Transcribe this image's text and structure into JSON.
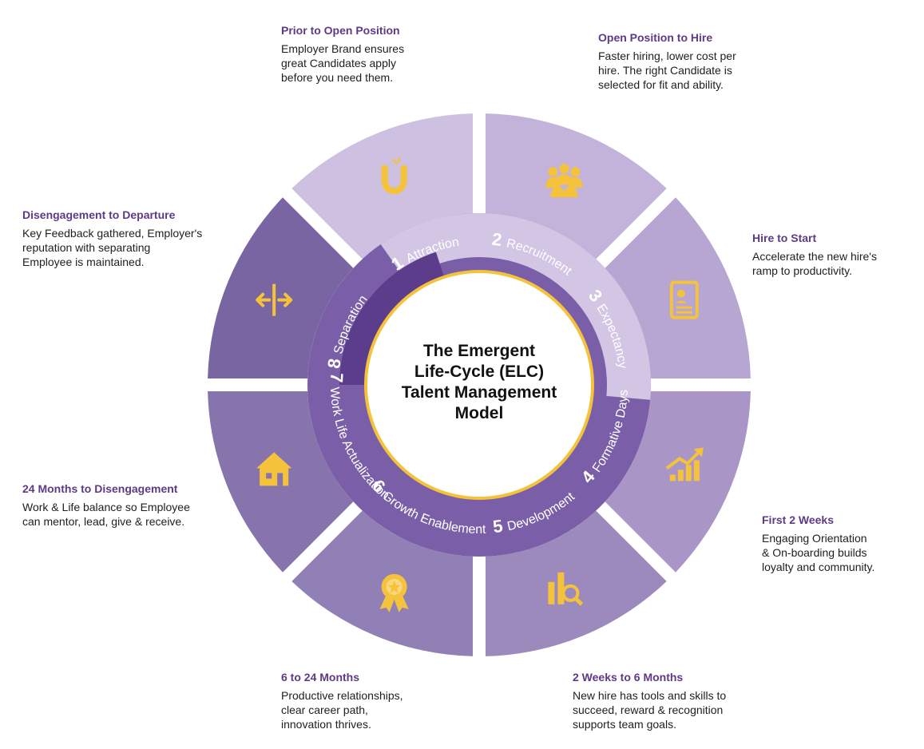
{
  "center_title": "The Emergent\nLife-Cycle (ELC)\nTalent Management\nModel",
  "stages": [
    {
      "num": "1",
      "label": "Attraction",
      "icon": "magnet-icon",
      "desc_title": "Prior to Open Position",
      "desc_body": "Employer Brand ensures\ngreat Candidates apply\nbefore you need them."
    },
    {
      "num": "2",
      "label": "Recruitment",
      "icon": "people-group-icon",
      "desc_title": "Open Position to Hire",
      "desc_body": "Faster hiring, lower cost per\nhire. The right Candidate is\nselected for fit and ability."
    },
    {
      "num": "3",
      "label": "Expectancy",
      "icon": "resume-document-icon",
      "desc_title": "Hire to Start",
      "desc_body": "Accelerate the new hire's\nramp to productivity."
    },
    {
      "num": "4",
      "label": "Formative Days",
      "icon": "growth-chart-icon",
      "desc_title": "First 2 Weeks",
      "desc_body": "Engaging Orientation\n& On-boarding builds\nloyalty and community."
    },
    {
      "num": "5",
      "label": "Development",
      "icon": "chart-magnifier-icon",
      "desc_title": "2 Weeks to 6 Months",
      "desc_body": "New hire has tools and skills to\nsucceed, reward & recognition\nsupports team goals."
    },
    {
      "num": "6",
      "label": "Growth Enablement",
      "icon": "award-ribbon-icon",
      "desc_title": "6 to 24 Months",
      "desc_body": "Productive relationships,\nclear career path,\ninnovation thrives."
    },
    {
      "num": "7",
      "label": "Work Life Actualization",
      "icon": "house-icon",
      "desc_title": "24 Months to Disengagement",
      "desc_body": "Work & Life balance so Employee\ncan mentor, lead, give & receive."
    },
    {
      "num": "8",
      "label": "Separation",
      "icon": "split-arrows-icon",
      "desc_title": "Disengagement to Departure",
      "desc_body": "Key Feedback gathered, Employer's\nreputation with separating\nEmployee is maintained."
    }
  ],
  "colors": {
    "segments": [
      "#cec0e0",
      "#c3b2d9",
      "#b7a6d1",
      "#a996c6",
      "#9d8abd",
      "#9180b6",
      "#8774ad",
      "#7a65a3"
    ],
    "ring": "#7a5fa8",
    "ring_highlight": "#5c3d8c",
    "ring_outer_arc": "#ddd2ea",
    "gold": "#f5c33b",
    "title_purple": "#5e3a86"
  }
}
